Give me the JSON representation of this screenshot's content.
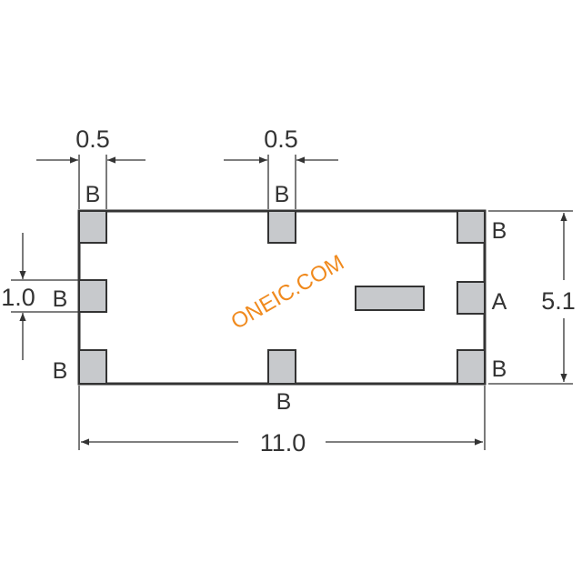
{
  "dimensions": {
    "pad_width_left": "0.5",
    "pad_width_center": "0.5",
    "pad_height": "1.0",
    "body_height": "5.1",
    "body_length": "11.0"
  },
  "pin_labels": {
    "top_left": "B",
    "top_center": "B",
    "top_right": "B",
    "mid_left": "B",
    "mid_right": "A",
    "bottom_left": "B",
    "bottom_center": "B",
    "bottom_right": "B"
  },
  "watermark": "ONEIC.COM",
  "colors": {
    "outline": "#333333",
    "pad_fill": "#c7c9cc",
    "watermark": "#f08a1e"
  }
}
